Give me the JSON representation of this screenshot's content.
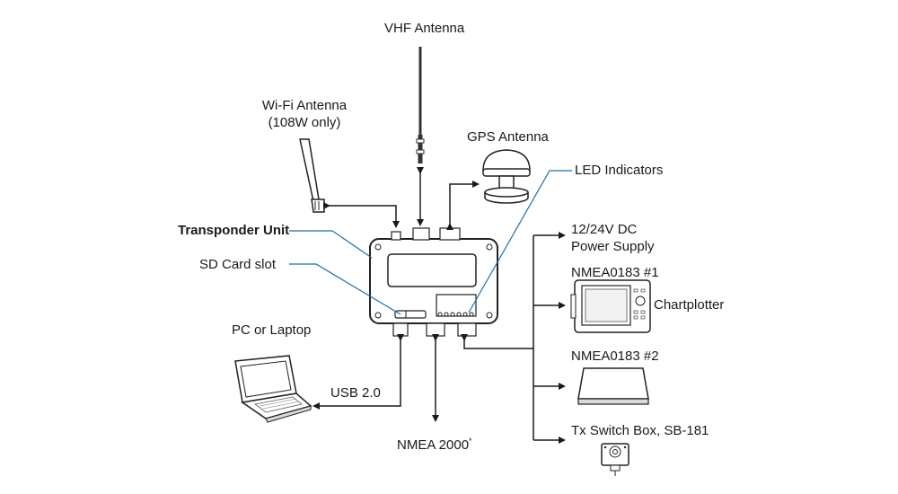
{
  "title": "Transponder connection diagram",
  "labels": {
    "vhf_antenna": "VHF Antenna",
    "wifi_antenna_line1": "Wi-Fi Antenna",
    "wifi_antenna_line2": "(108W only)",
    "gps_antenna": "GPS Antenna",
    "led_indicators": "LED Indicators",
    "transponder_unit": "Transponder Unit",
    "sd_card_slot": "SD Card slot",
    "power_line1": "12/24V DC",
    "power_line2": "Power Supply",
    "nmea0183_1": "NMEA0183 #1",
    "chartplotter": "Chartplotter",
    "nmea0183_2": "NMEA0183 #2",
    "tx_switch_box": "Tx Switch Box, SB-181",
    "pc_or_laptop": "PC or Laptop",
    "usb": "USB 2.0",
    "nmea2000": "NMEA 2000",
    "nmea2000_mark": "*"
  },
  "colors": {
    "line": "#1a1a1a",
    "leader": "#1f6fa8",
    "device_fill": "#ffffff",
    "device_shade": "#d9d9d9"
  }
}
